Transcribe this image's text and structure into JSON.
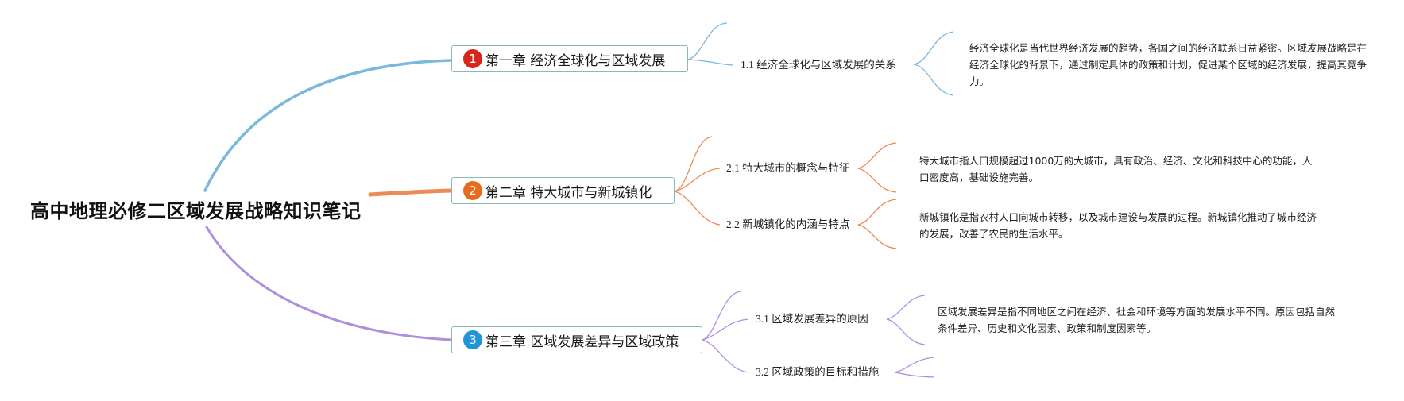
{
  "root": {
    "title": "高中地理必修二区域发展战略知识笔记"
  },
  "colors": {
    "branch1": "#7ab8dd",
    "branch2": "#ee8a55",
    "branch3": "#ad8fdc",
    "badge1": "#d7261b",
    "badge2": "#e86a1c",
    "badge3": "#1f95d8",
    "chapter_border": "#8fb8b4"
  },
  "chapters": [
    {
      "number": "1",
      "title": "第一章 经济全球化与区域发展",
      "sections": [
        {
          "title": "1.1 经济全球化与区域发展的关系",
          "description": "经济全球化是当代世界经济发展的趋势，各国之间的经济联系日益紧密。区域发展战略是在经济全球化的背景下，通过制定具体的政策和计划，促进某个区域的经济发展，提高其竞争力。"
        }
      ]
    },
    {
      "number": "2",
      "title": "第二章 特大城市与新城镇化",
      "sections": [
        {
          "title": "2.1 特大城市的概念与特征",
          "description": "特大城市指人口规模超过1000万的大城市，具有政治、经济、文化和科技中心的功能，人口密度高，基础设施完善。"
        },
        {
          "title": "2.2 新城镇化的内涵与特点",
          "description": "新城镇化是指农村人口向城市转移，以及城市建设与发展的过程。新城镇化推动了城市经济的发展，改善了农民的生活水平。"
        }
      ]
    },
    {
      "number": "3",
      "title": "第三章 区域发展差异与区域政策",
      "sections": [
        {
          "title": "3.1 区域发展差异的原因",
          "description": "区域发展差异是指不同地区之间在经济、社会和环境等方面的发展水平不同。原因包括自然条件差异、历史和文化因素、政策和制度因素等。"
        },
        {
          "title": "3.2 区域政策的目标和措施",
          "description": ""
        }
      ]
    }
  ]
}
